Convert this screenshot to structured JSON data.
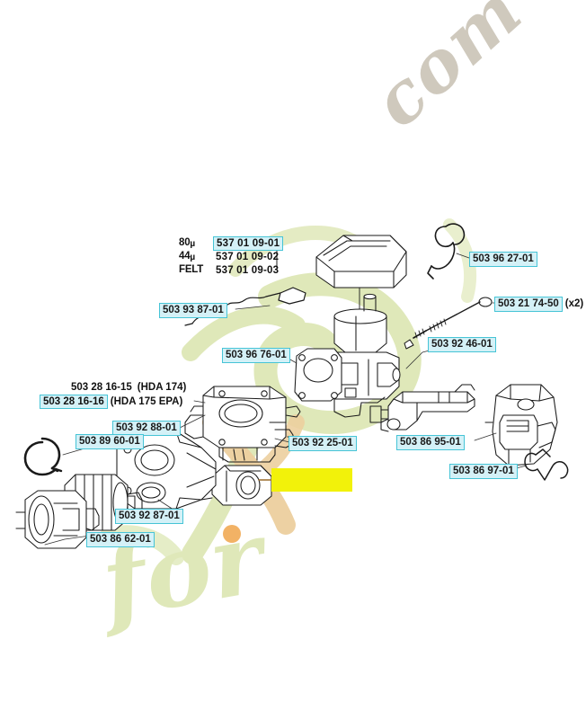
{
  "diagram": {
    "title": "Husqvarna carburetor and air filter exploded parts diagram",
    "accent_label_border": "#46c4d6",
    "accent_label_fill": "#d4f1f7",
    "highlight_color": "#f2f20a",
    "watermark_green": "#dfe8b9",
    "watermark_gray": "#cfc9bd",
    "line_color": "#1a1a1a"
  },
  "watermarks": {
    "script_text": "for",
    "domain_text": "com"
  },
  "filter_specs": {
    "rows": [
      {
        "key": "80",
        "unit": "µ",
        "value": "537 01 09-01",
        "boxed": true
      },
      {
        "key": "44",
        "unit": "µ",
        "value": "537 01 09-02",
        "boxed": false
      },
      {
        "key": "FELT",
        "unit": "",
        "value": "537 01 09-03",
        "boxed": false
      }
    ]
  },
  "variants": [
    {
      "code": "503 28 16-15",
      "tag": "(HDA 174)",
      "boxed": false
    },
    {
      "code": "503 28 16-16",
      "tag": "(HDA 175 EPA)",
      "boxed": true
    }
  ],
  "labels": [
    {
      "id": "l1",
      "code": "503 96 27-01",
      "suffix": "",
      "boxed": true
    },
    {
      "id": "l2",
      "code": "503 21 74-50",
      "suffix": "(x2)",
      "boxed": true
    },
    {
      "id": "l3",
      "code": "503 93 87-01",
      "suffix": "",
      "boxed": true
    },
    {
      "id": "l4",
      "code": "503 92 46-01",
      "suffix": "",
      "boxed": true
    },
    {
      "id": "l5",
      "code": "503 96 76-01",
      "suffix": "",
      "boxed": true
    },
    {
      "id": "l6",
      "code": "503 92 88-01",
      "suffix": "",
      "boxed": true
    },
    {
      "id": "l7",
      "code": "503 89 60-01",
      "suffix": "",
      "boxed": true
    },
    {
      "id": "l8",
      "code": "503 92 25-01",
      "suffix": "",
      "boxed": true
    },
    {
      "id": "l9",
      "code": "503 86 95-01",
      "suffix": "",
      "boxed": true
    },
    {
      "id": "l10",
      "code": "503 86 97-01",
      "suffix": "",
      "boxed": true
    },
    {
      "id": "l11",
      "code": "503 92 87-01",
      "suffix": "",
      "boxed": true
    },
    {
      "id": "l12",
      "code": "503 86 62-01",
      "suffix": "",
      "boxed": true
    }
  ]
}
